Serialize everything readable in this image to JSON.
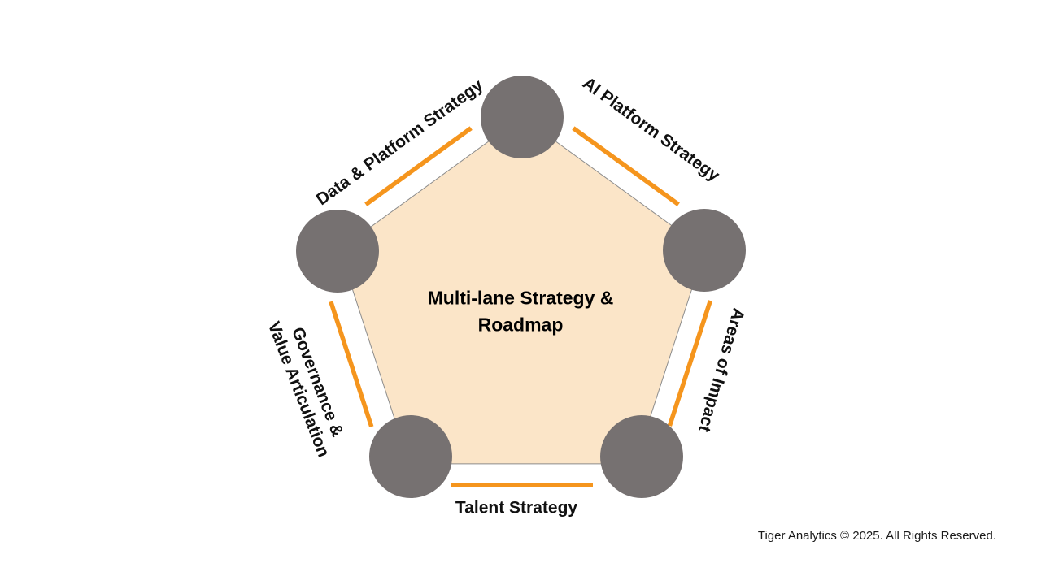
{
  "diagram": {
    "center_title": "Multi-lane Strategy &\nRoadmap",
    "labels": {
      "data_platform": "Data & Platform Strategy",
      "ai_platform": "AI Platform Strategy",
      "areas_impact": "Areas of Impact",
      "governance": "Governance &\nValue Articulation",
      "talent": "Talent Strategy"
    }
  },
  "colors": {
    "node_gray": "#767171",
    "edge_orange": "#F5951D",
    "pentagon_fill": "#FBE5C8"
  },
  "footer": {
    "text": "Tiger Analytics © 2025. All Rights Reserved."
  }
}
